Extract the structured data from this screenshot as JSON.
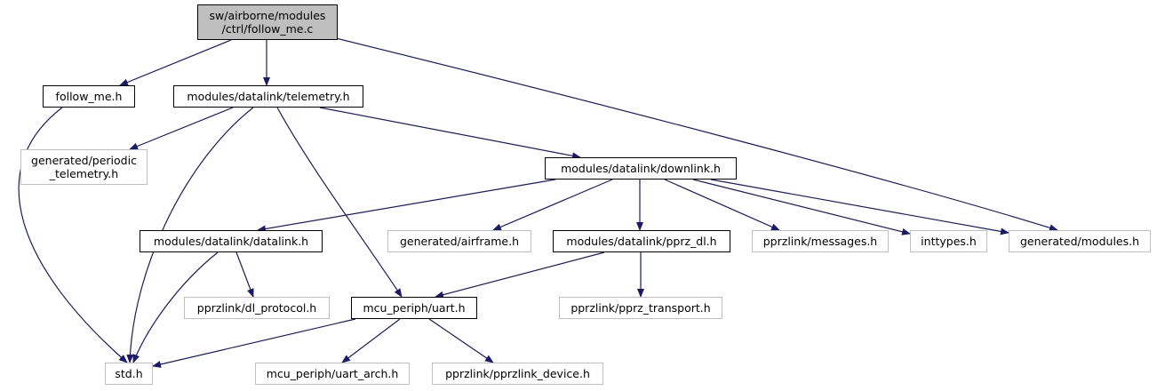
{
  "colors": {
    "edge": "#191970",
    "root_fill": "#bfbfbf",
    "local_border": "#000000",
    "external_border": "#bfbfbf"
  },
  "nodes": {
    "root": "sw/airborne/modules\n/ctrl/follow_me.c",
    "follow_me_h": "follow_me.h",
    "telemetry_h": "modules/datalink/telemetry.h",
    "periodic_telemetry_h": "generated/periodic\n_telemetry.h",
    "downlink_h": "modules/datalink/downlink.h",
    "datalink_h": "modules/datalink/datalink.h",
    "airframe_h": "generated/airframe.h",
    "pprz_dl_h": "modules/datalink/pprz_dl.h",
    "messages_h": "pprzlink/messages.h",
    "inttypes_h": "inttypes.h",
    "modules_h": "generated/modules.h",
    "dl_protocol_h": "pprzlink/dl_protocol.h",
    "uart_h": "mcu_periph/uart.h",
    "pprz_transport_h": "pprzlink/pprz_transport.h",
    "std_h": "std.h",
    "uart_arch_h": "mcu_periph/uart_arch.h",
    "pprzlink_device_h": "pprzlink/pprzlink_device.h"
  },
  "edges": [
    [
      "root",
      "follow_me_h"
    ],
    [
      "root",
      "telemetry_h"
    ],
    [
      "root",
      "modules_h"
    ],
    [
      "follow_me_h",
      "std_h"
    ],
    [
      "telemetry_h",
      "periodic_telemetry_h"
    ],
    [
      "telemetry_h",
      "std_h"
    ],
    [
      "telemetry_h",
      "uart_h"
    ],
    [
      "telemetry_h",
      "downlink_h"
    ],
    [
      "downlink_h",
      "datalink_h"
    ],
    [
      "downlink_h",
      "airframe_h"
    ],
    [
      "downlink_h",
      "pprz_dl_h"
    ],
    [
      "downlink_h",
      "messages_h"
    ],
    [
      "downlink_h",
      "inttypes_h"
    ],
    [
      "downlink_h",
      "modules_h"
    ],
    [
      "datalink_h",
      "std_h"
    ],
    [
      "datalink_h",
      "dl_protocol_h"
    ],
    [
      "pprz_dl_h",
      "uart_h"
    ],
    [
      "pprz_dl_h",
      "pprz_transport_h"
    ],
    [
      "uart_h",
      "std_h"
    ],
    [
      "uart_h",
      "uart_arch_h"
    ],
    [
      "uart_h",
      "pprzlink_device_h"
    ]
  ]
}
